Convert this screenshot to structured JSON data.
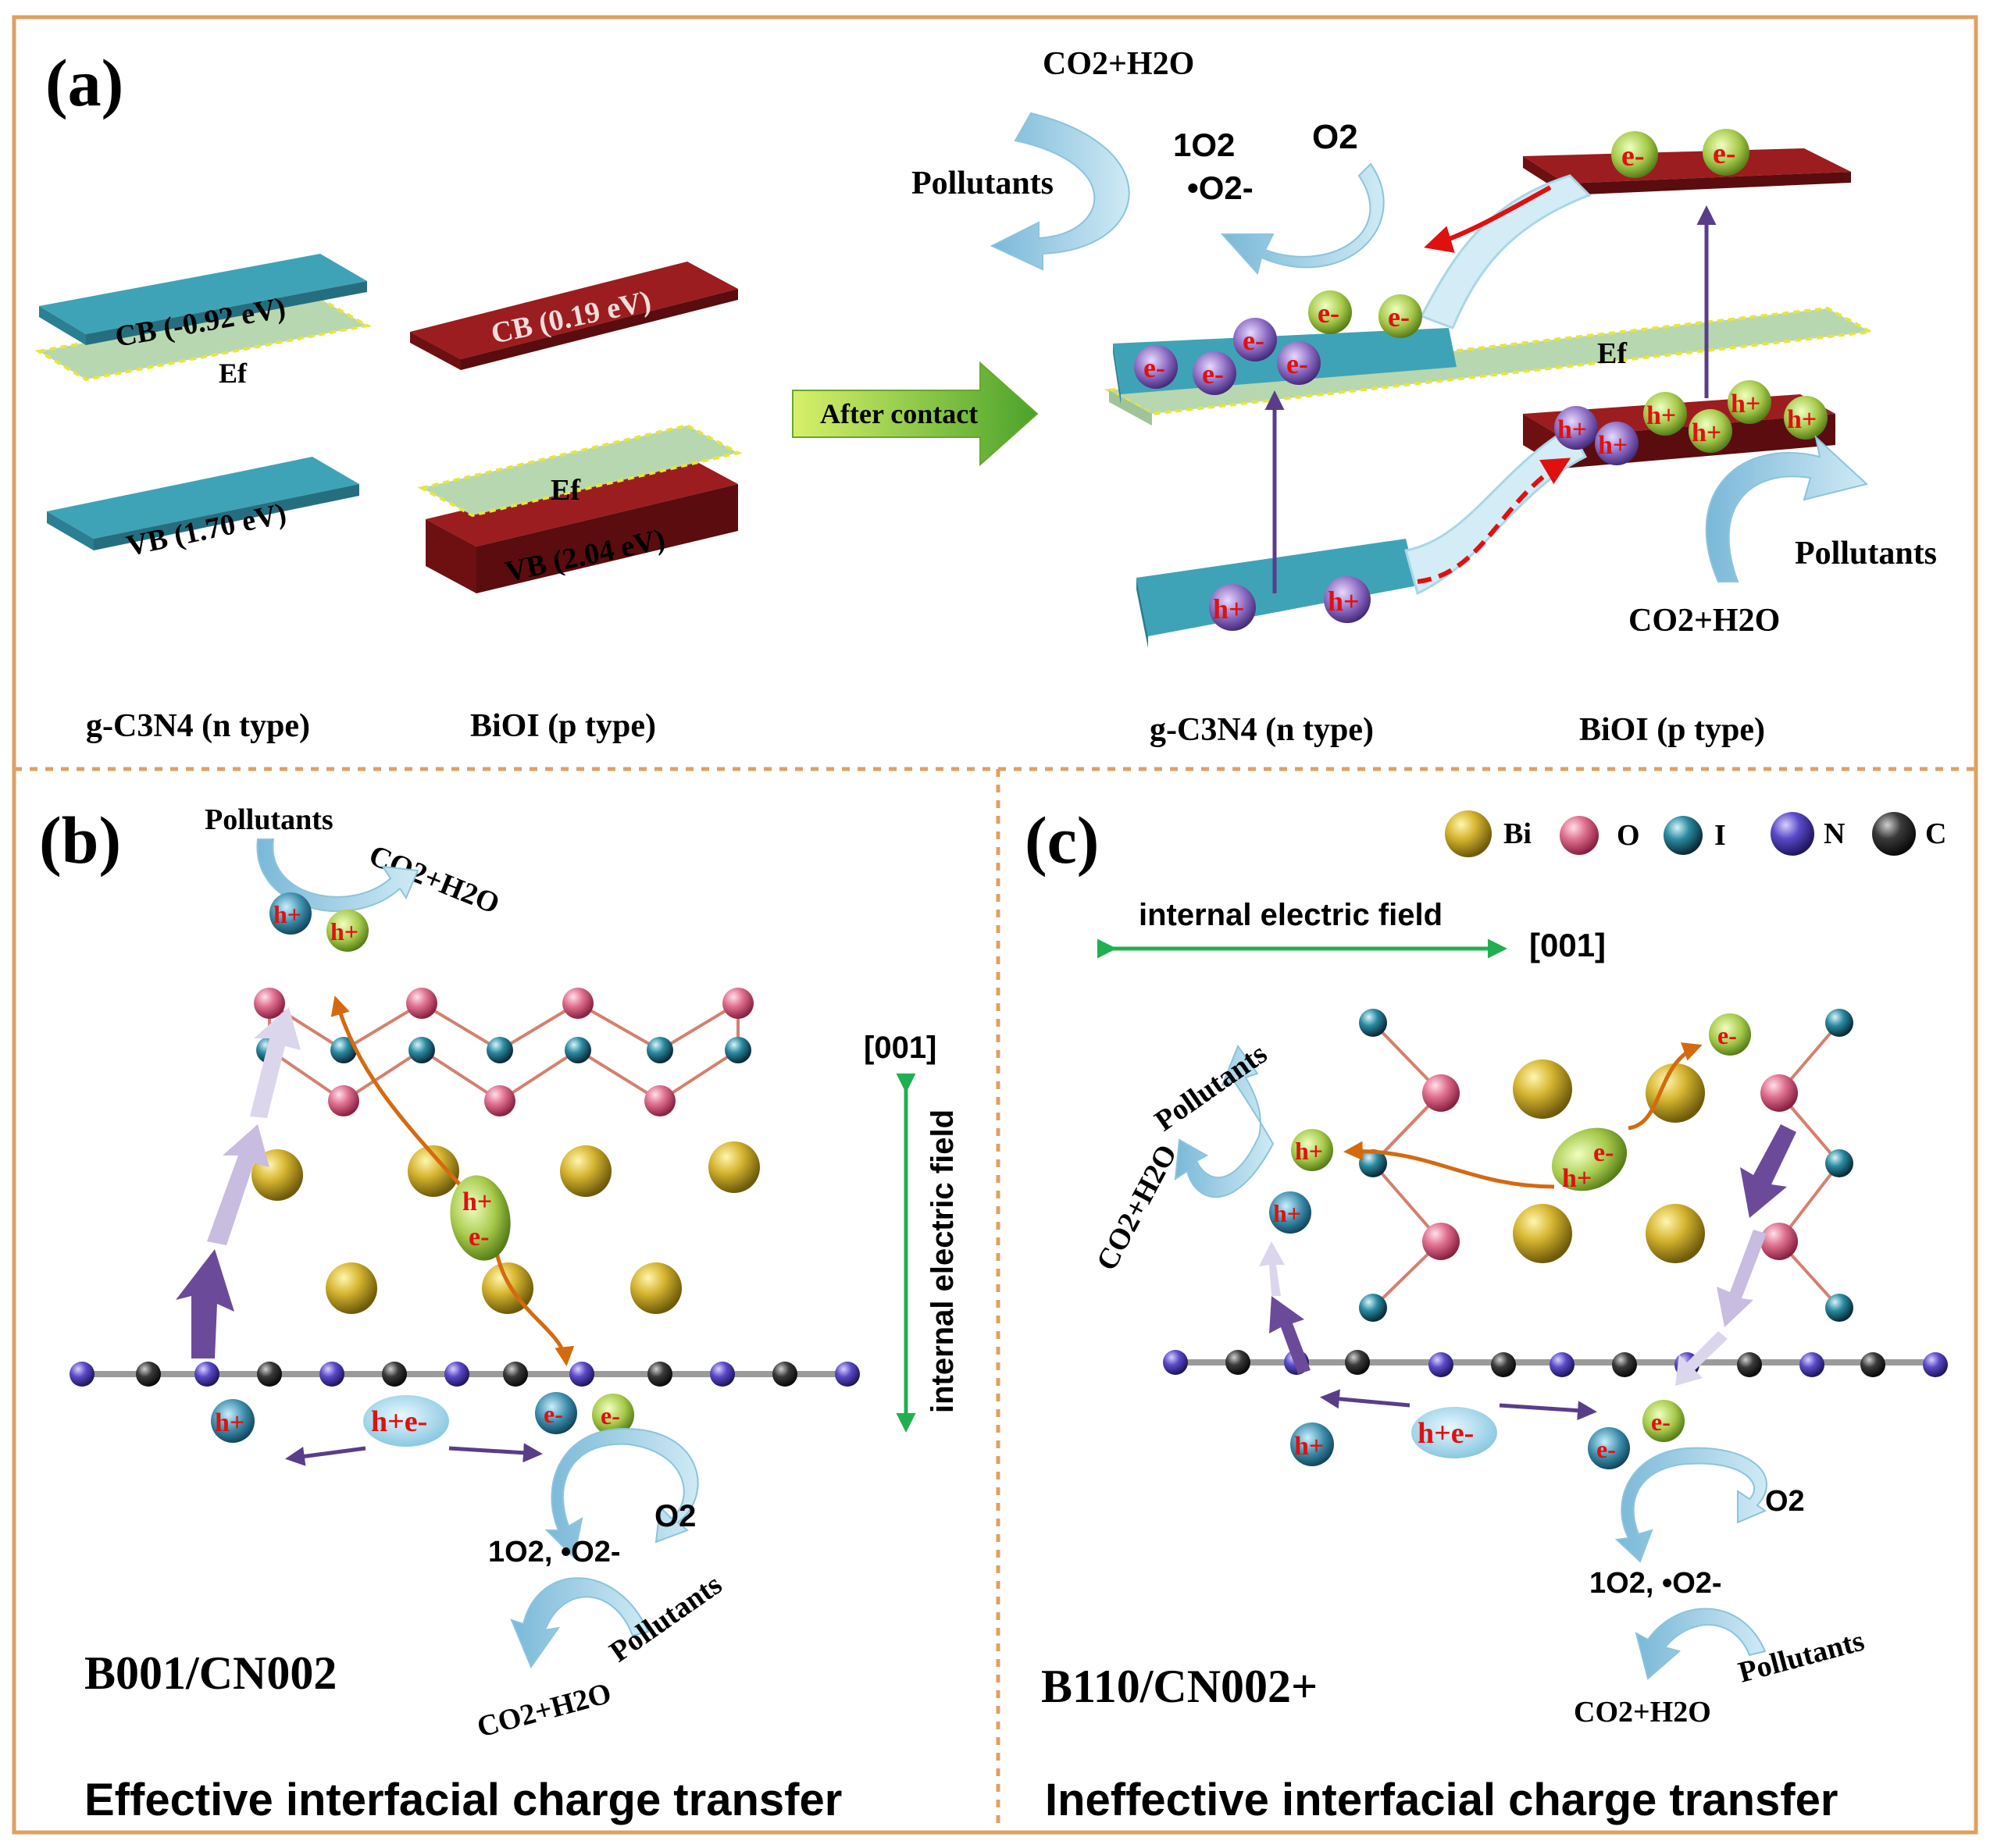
{
  "colors": {
    "frame": "#e0a060",
    "teal": "#3fa3b7",
    "teal_dark": "#2a7f92",
    "maroon": "#9c1d1f",
    "maroon_dark": "#6e1012",
    "fermi": "#b7d7b0",
    "fermi_edge": "#e6e63c",
    "arrow_light": "#a9d6e8",
    "electron_green": "#a6c94a",
    "hole_purple": "#6a5aa0",
    "charge_red": "#e01010",
    "bi": "#c8a82a",
    "o": "#e07090",
    "i": "#2a8aa0",
    "n": "#5a4ac8",
    "c": "#3a3a3a",
    "field_green": "#20b050",
    "transfer_purple": "#5a3d8a",
    "transfer_orange": "#d46a10"
  },
  "panel_a": {
    "label": "(a)",
    "left": {
      "cb_gcn": "CB (-0.92 eV)",
      "vb_gcn": "VB (1.70 eV)",
      "ef_gcn": "Ef",
      "cb_bioi": "CB (0.19 eV)",
      "vb_bioi": "VB (2.04 eV)",
      "ef_bioi": "Ef",
      "label_gcn": "g-C3N4 (n type)",
      "label_bioi": "BiOI (p type)"
    },
    "arrow_label": "After contact",
    "right": {
      "top_products": "CO2+H2O",
      "pollutants_top": "Pollutants",
      "singlet_o2": "1O2",
      "superoxide": "•O2-",
      "o2": "O2",
      "ef": "Ef",
      "pollutants_right": "Pollutants",
      "bottom_products": "CO2+H2O",
      "label_gcn": "g-C3N4 (n type)",
      "label_bioi": "BiOI (p type)",
      "electron": "e-",
      "hole": "h+"
    }
  },
  "panel_b": {
    "label": "(b)",
    "pollutants_top": "Pollutants",
    "products_top": "CO2+H2O",
    "direction": "[001]",
    "field": "internal electric field",
    "o2": "O2",
    "radicals": "1O2, •O2-",
    "pollutants_bottom": "Pollutants",
    "products_bottom": "CO2+H2O",
    "sample": "B001/CN002",
    "caption": "Effective interfacial charge transfer",
    "hole": "h+",
    "electron": "e-",
    "pair": "h+e-"
  },
  "panel_c": {
    "label": "(c)",
    "legend": [
      "Bi",
      "O",
      "I",
      "N",
      "C"
    ],
    "field": "internal electric field",
    "direction": "[001]",
    "pollutants_left": "Pollutants",
    "products_left": "CO2+H2O",
    "o2": "O2",
    "radicals": "1O2, •O2-",
    "pollutants_bottom": "Pollutants",
    "products_bottom": "CO2+H2O",
    "sample": "B110/CN002+",
    "caption": "Ineffective interfacial charge transfer",
    "hole": "h+",
    "electron": "e-",
    "pair": "h+e-"
  }
}
